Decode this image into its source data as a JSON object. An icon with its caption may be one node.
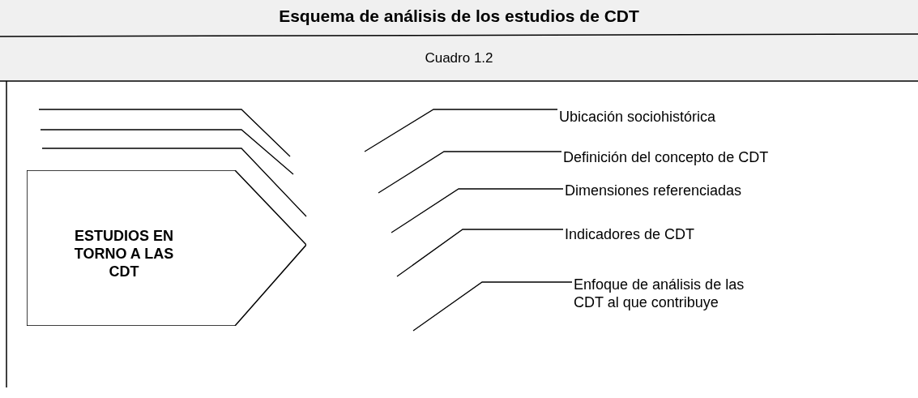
{
  "diagram": {
    "title": "Esquema de análisis de los estudios de CDT",
    "nodes": [
      {
        "text": [
          "ESTUDIOS EN TORNO A LAS CDT"
        ]
      },
      {
        "text": [
          "Ubicación sociohistórica"
        ]
      },
      {
        "text": [
          "Definición del concepto de CDT"
        ]
      },
      {
        "text": [
          "Dimensiones referenciadas"
        ]
      },
      {
        "text": [
          "Indicadores de CDT"
        ]
      },
      {
        "text": [
          "Enfoque de análisis de las CDT al que contribuye"
        ]
      }
    ],
    "edges": [
      {
        "from": 1,
        "to": null,
        "arrow": "none"
      },
      {
        "from": 2,
        "to": null,
        "arrow": "none"
      },
      {
        "from": 3,
        "to": null,
        "arrow": "none"
      },
      {
        "from": 4,
        "to": null,
        "arrow": "none"
      },
      {
        "from": 5,
        "to": null,
        "arrow": "none"
      }
    ],
    "labels": [
      "Cuadro 1.2"
    ]
  }
}
